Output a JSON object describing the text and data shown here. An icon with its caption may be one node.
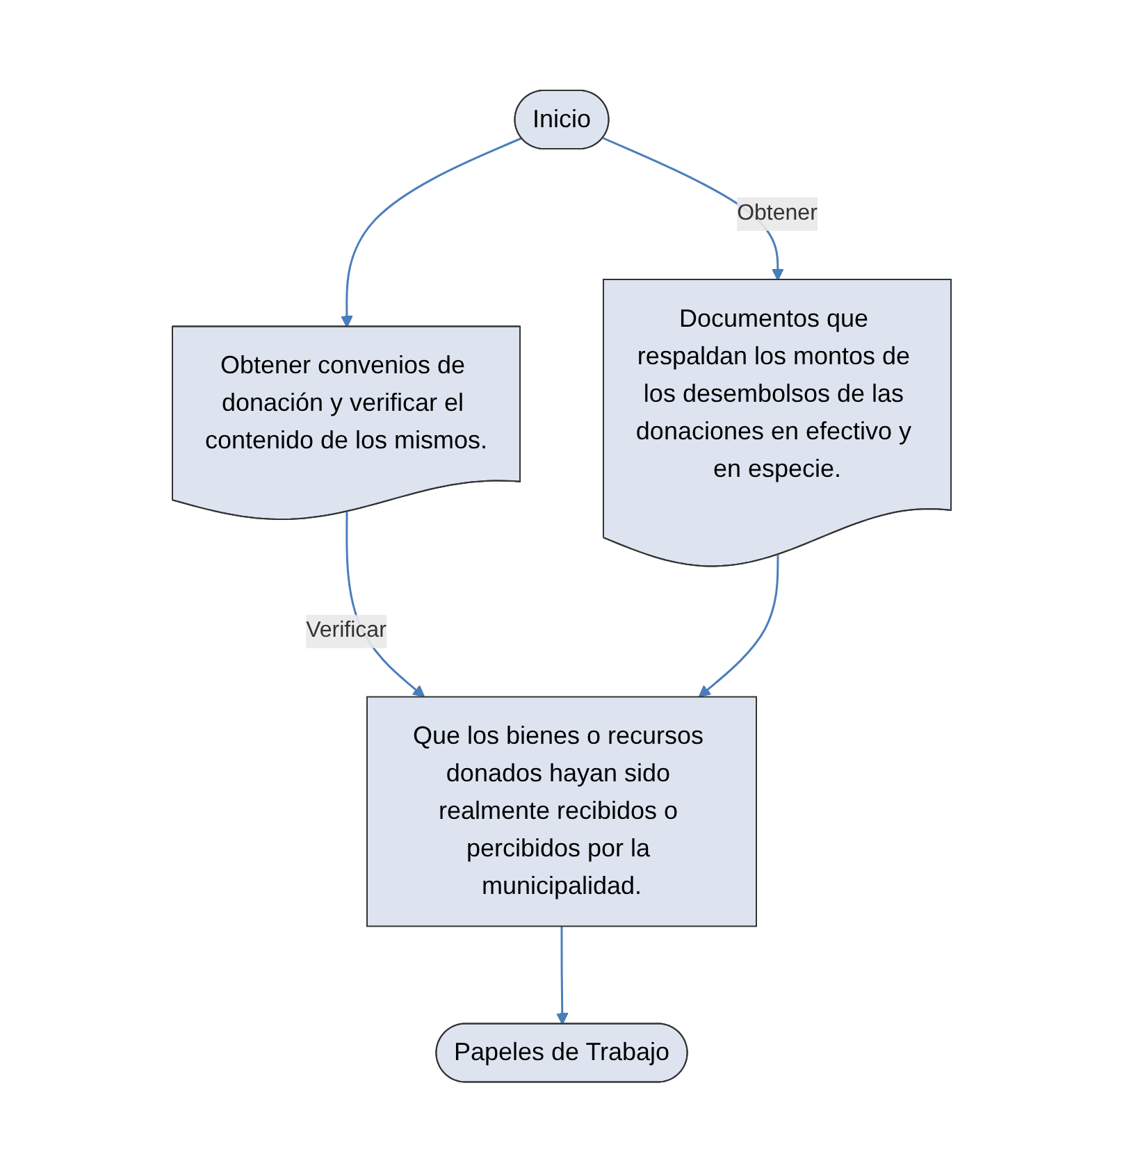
{
  "diagram": {
    "nodes": [
      {
        "text": [
          "Inicio"
        ]
      },
      {
        "text": [
          "Obtener convenios de donación y verificar el contenido de los mismos."
        ]
      },
      {
        "text": [
          "Documentos que respaldan los montos de los desembolsos de las donaciones en efectivo y en especie."
        ]
      },
      {
        "text": [
          "Que los bienes o recursos donados hayan sido realmente recibidos o percibidos por la municipalidad."
        ]
      },
      {
        "text": [
          "Papeles de Trabajo"
        ]
      }
    ],
    "edges": [
      {
        "from": 0,
        "to": 1,
        "arrow": "to"
      },
      {
        "from": 0,
        "to": 2,
        "arrow": "to",
        "label": "Obtener"
      },
      {
        "from": 1,
        "to": 3,
        "arrow": "to",
        "label": "Verificar"
      },
      {
        "from": 2,
        "to": 3,
        "arrow": "to"
      },
      {
        "from": 3,
        "to": 4,
        "arrow": "to"
      }
    ]
  }
}
